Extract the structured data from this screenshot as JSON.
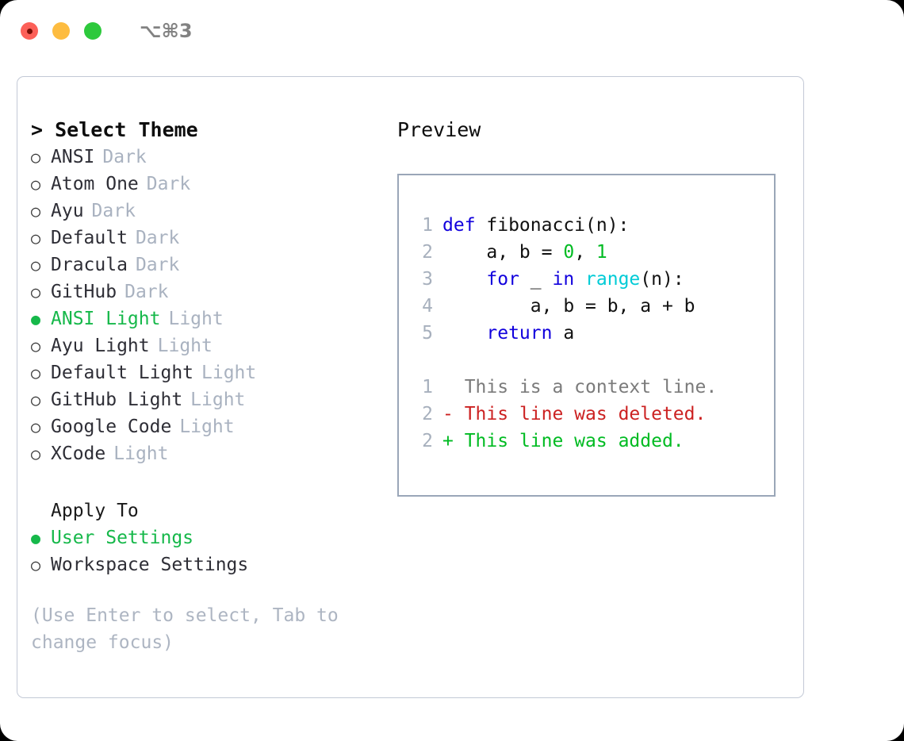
{
  "titlebar": {
    "shortcut": "⌥⌘3",
    "lights": [
      {
        "name": "close",
        "color": "#fc6058"
      },
      {
        "name": "minimize",
        "color": "#fdbc40"
      },
      {
        "name": "zoom",
        "color": "#2dc93c"
      }
    ]
  },
  "theme_picker": {
    "header": "> Select Theme",
    "items": [
      {
        "bullet": "○",
        "name": "ANSI",
        "variant": "Dark",
        "selected": false
      },
      {
        "bullet": "○",
        "name": "Atom One",
        "variant": "Dark",
        "selected": false
      },
      {
        "bullet": "○",
        "name": "Ayu",
        "variant": "Dark",
        "selected": false
      },
      {
        "bullet": "○",
        "name": "Default",
        "variant": "Dark",
        "selected": false
      },
      {
        "bullet": "○",
        "name": "Dracula",
        "variant": "Dark",
        "selected": false
      },
      {
        "bullet": "○",
        "name": "GitHub",
        "variant": "Dark",
        "selected": false
      },
      {
        "bullet": "●",
        "name": "ANSI Light",
        "variant": "Light",
        "selected": true
      },
      {
        "bullet": "○",
        "name": "Ayu Light",
        "variant": "Light",
        "selected": false
      },
      {
        "bullet": "○",
        "name": "Default Light",
        "variant": "Light",
        "selected": false
      },
      {
        "bullet": "○",
        "name": "GitHub Light",
        "variant": "Light",
        "selected": false
      },
      {
        "bullet": "○",
        "name": "Google Code",
        "variant": "Light",
        "selected": false
      },
      {
        "bullet": "○",
        "name": "XCode",
        "variant": "Light",
        "selected": false
      }
    ]
  },
  "apply_to": {
    "header": "Apply To",
    "options": [
      {
        "bullet": "●",
        "label": "User Settings",
        "selected": true
      },
      {
        "bullet": "○",
        "label": "Workspace Settings",
        "selected": false
      }
    ]
  },
  "hint": "(Use Enter to select, Tab to change focus)",
  "preview": {
    "title": "Preview",
    "code_lines": [
      {
        "num": "1",
        "tokens": [
          {
            "t": "def",
            "c": "kw"
          },
          {
            "t": " fibonacci(n):",
            "c": "plain"
          }
        ]
      },
      {
        "num": "2",
        "tokens": [
          {
            "t": "    a, b = ",
            "c": "plain"
          },
          {
            "t": "0",
            "c": "num"
          },
          {
            "t": ", ",
            "c": "plain"
          },
          {
            "t": "1",
            "c": "num"
          }
        ]
      },
      {
        "num": "3",
        "tokens": [
          {
            "t": "    ",
            "c": "plain"
          },
          {
            "t": "for",
            "c": "kw"
          },
          {
            "t": " _ ",
            "c": "plain"
          },
          {
            "t": "in",
            "c": "kw"
          },
          {
            "t": " ",
            "c": "plain"
          },
          {
            "t": "range",
            "c": "fn"
          },
          {
            "t": "(n):",
            "c": "plain"
          }
        ]
      },
      {
        "num": "4",
        "tokens": [
          {
            "t": "        a, b = b, a + b",
            "c": "plain"
          }
        ]
      },
      {
        "num": "5",
        "tokens": [
          {
            "t": "    ",
            "c": "plain"
          },
          {
            "t": "return",
            "c": "kw"
          },
          {
            "t": " a",
            "c": "plain"
          }
        ]
      }
    ],
    "diff_lines": [
      {
        "num": "1",
        "marker": "  ",
        "text": "This is a context line.",
        "kind": "ctx"
      },
      {
        "num": "2",
        "marker": "- ",
        "text": "This line was deleted.",
        "kind": "del"
      },
      {
        "num": "2",
        "marker": "+ ",
        "text": "This line was added.",
        "kind": "add"
      }
    ]
  },
  "colors": {
    "accent_green": "#16b84a",
    "muted": "#a9b2c0",
    "keyword_blue": "#1100dd",
    "number_green": "#00bb22",
    "builtin_cyan": "#00cbd6",
    "diff_delete_red": "#cc2222",
    "diff_add_green": "#00bb22",
    "panel_border": "#9aa6b8",
    "frame_border": "#c3c9d6"
  }
}
